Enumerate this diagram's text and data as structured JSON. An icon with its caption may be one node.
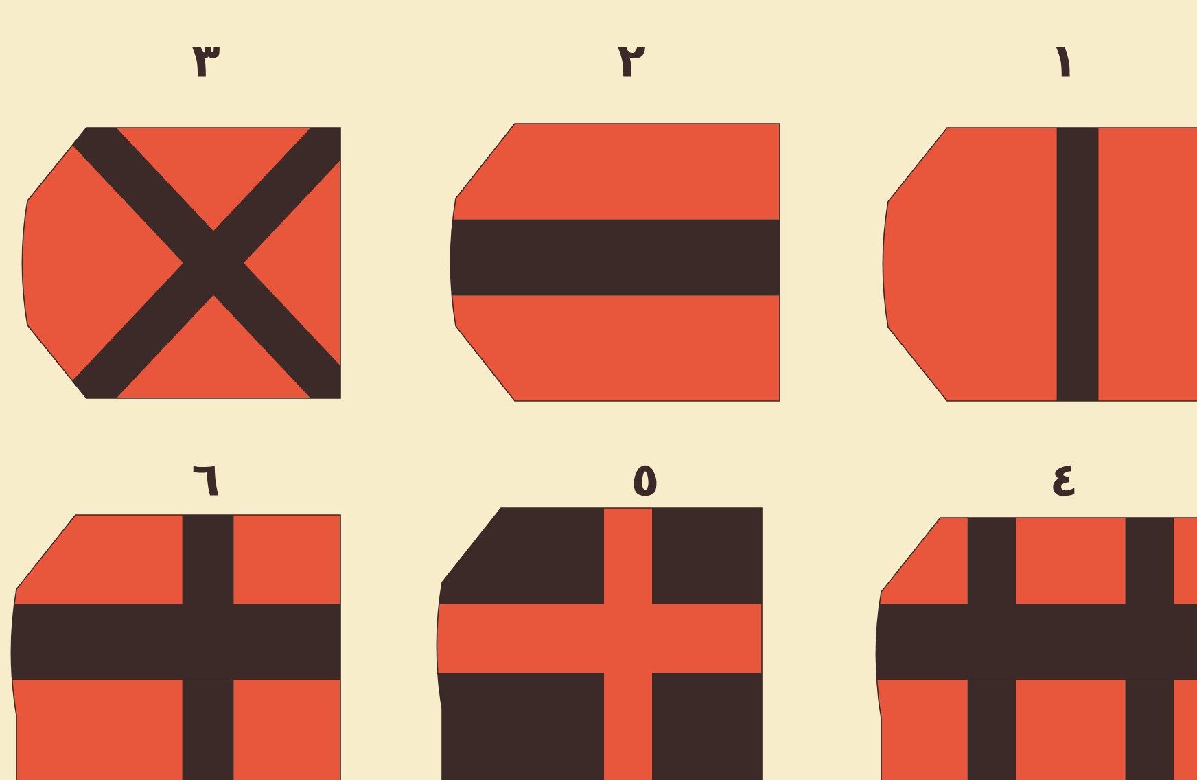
{
  "diagram": {
    "nodes": [
      {
        "text": [
          "١"
        ]
      },
      {
        "text": [
          "٢"
        ]
      },
      {
        "text": [
          "٣"
        ]
      },
      {
        "text": [
          "٤"
        ]
      },
      {
        "text": [
          "٥"
        ]
      },
      {
        "text": [
          "٦"
        ]
      }
    ]
  }
}
